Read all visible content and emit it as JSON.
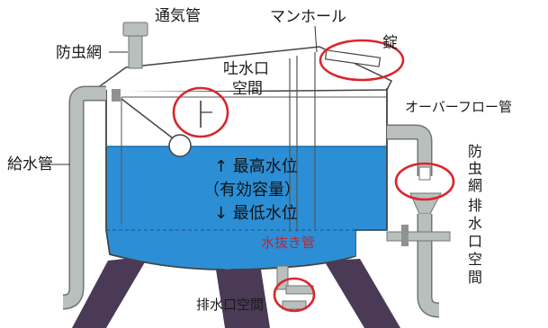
{
  "diagram": {
    "labels": {
      "vent_pipe": "通気管",
      "insect_net_top": "防虫網",
      "manhole": "マンホール",
      "lock": "錠",
      "outlet_gap_1": "吐水口",
      "outlet_gap_2": "空間",
      "overflow_pipe": "オーバーフロー管",
      "supply_pipe": "給水管",
      "max_level": "↑ 最高水位",
      "effective_capacity": "（有効容量）",
      "min_level": "↓ 最低水位",
      "drain_valve": "水抜き管",
      "drain_gap_bottom": "排水口空間"
    },
    "vertical_labels": {
      "insect_net_right": [
        "防",
        "虫",
        "網"
      ],
      "drain_gap_right": [
        "排",
        "水",
        "口",
        "空",
        "間"
      ]
    }
  },
  "colors": {
    "water": "#2c8fd6",
    "water_light": "#4aa6e4",
    "tank_fill": "#ffffff",
    "tank_stroke": "#444444",
    "pipe": "#b9bfbd",
    "pipe_stroke": "#6f7573",
    "leg": "#4a3a56",
    "highlight_circle": "#d9262c",
    "label_red": "#c0262b"
  }
}
